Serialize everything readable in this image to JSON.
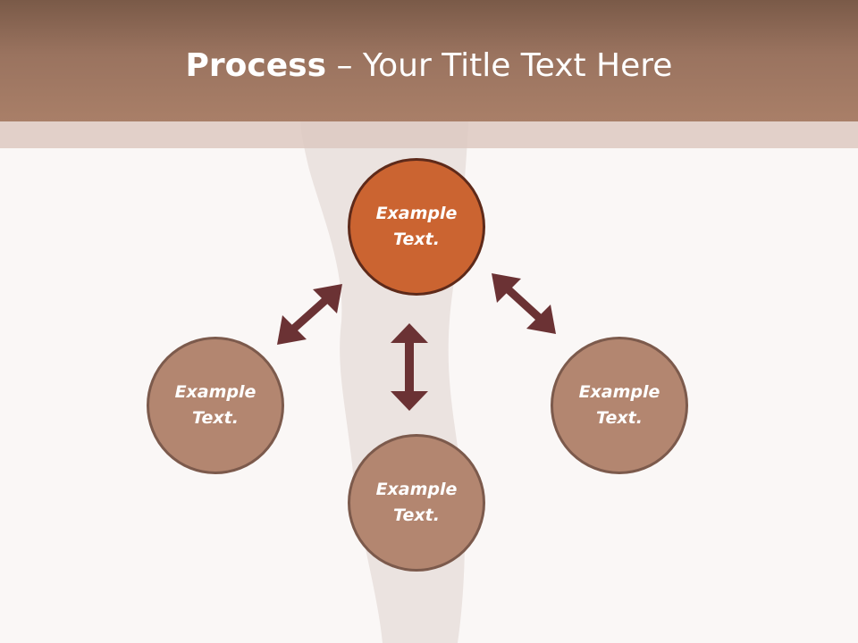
{
  "title": {
    "bold": "Process",
    "rest": " – Your Title Text Here"
  },
  "nodes": {
    "top": "Example Text.",
    "left": "Example Text.",
    "right": "Example Text.",
    "bottom": "Example Text."
  },
  "colors": {
    "header": "#a97f68",
    "accent_node": "#cb6431",
    "node": "#b38670",
    "arrow": "#6b3234",
    "background": "#faf7f6"
  }
}
